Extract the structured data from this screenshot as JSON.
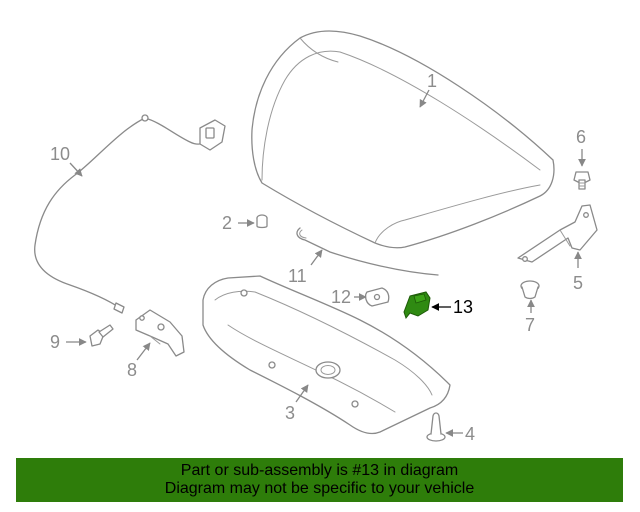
{
  "callouts": {
    "c1": "1",
    "c2": "2",
    "c3": "3",
    "c4": "4",
    "c5": "5",
    "c6": "6",
    "c7": "7",
    "c8": "8",
    "c9": "9",
    "c10": "10",
    "c11": "11",
    "c12": "12",
    "c13": "13"
  },
  "highlight_part": "13",
  "colors": {
    "highlight_part": "#2f8a12",
    "banner_background": "#2e7d0a",
    "line_art": "#8a8a8a"
  },
  "banner": {
    "line1": "Part or sub-assembly is #13 in diagram",
    "line2": "Diagram may not be specific to your vehicle"
  }
}
